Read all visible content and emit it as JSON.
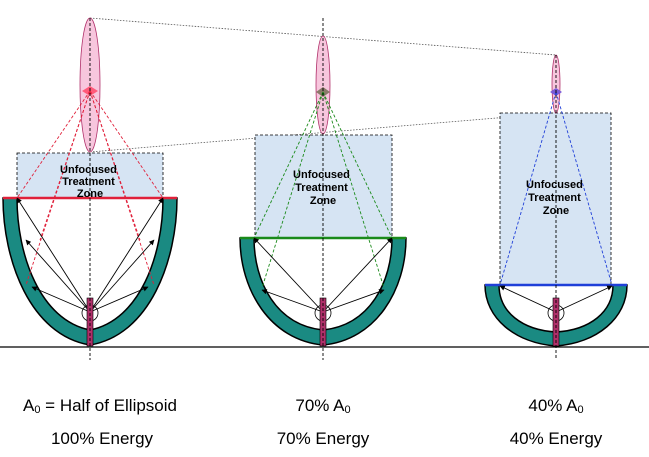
{
  "colors": {
    "reflector": "#1a8a82",
    "zone_fill": "#d6e4f3",
    "focus_lens": "#f7c6dd",
    "panel1": "#e0203a",
    "panel2": "#1a8a1a",
    "panel3": "#1f3fd8",
    "probe": "#b0306a"
  },
  "panels": [
    {
      "zone_label_lines": [
        "Unfocused",
        "Treatment",
        "Zone"
      ],
      "area_main": "A",
      "area_sub": "0",
      "area_rest": " = Half of Ellipsoid",
      "energy": "100% Energy"
    },
    {
      "zone_label_lines": [
        "Unfocused",
        "Treatment",
        "Zone"
      ],
      "area_main": "70% A",
      "area_sub": "0",
      "area_rest": "",
      "energy": "70% Energy"
    },
    {
      "zone_label_lines": [
        "Unfocused",
        "Treatment",
        "Zone"
      ],
      "area_main": "40% A",
      "area_sub": "0",
      "area_rest": "",
      "energy": "40% Energy"
    }
  ]
}
